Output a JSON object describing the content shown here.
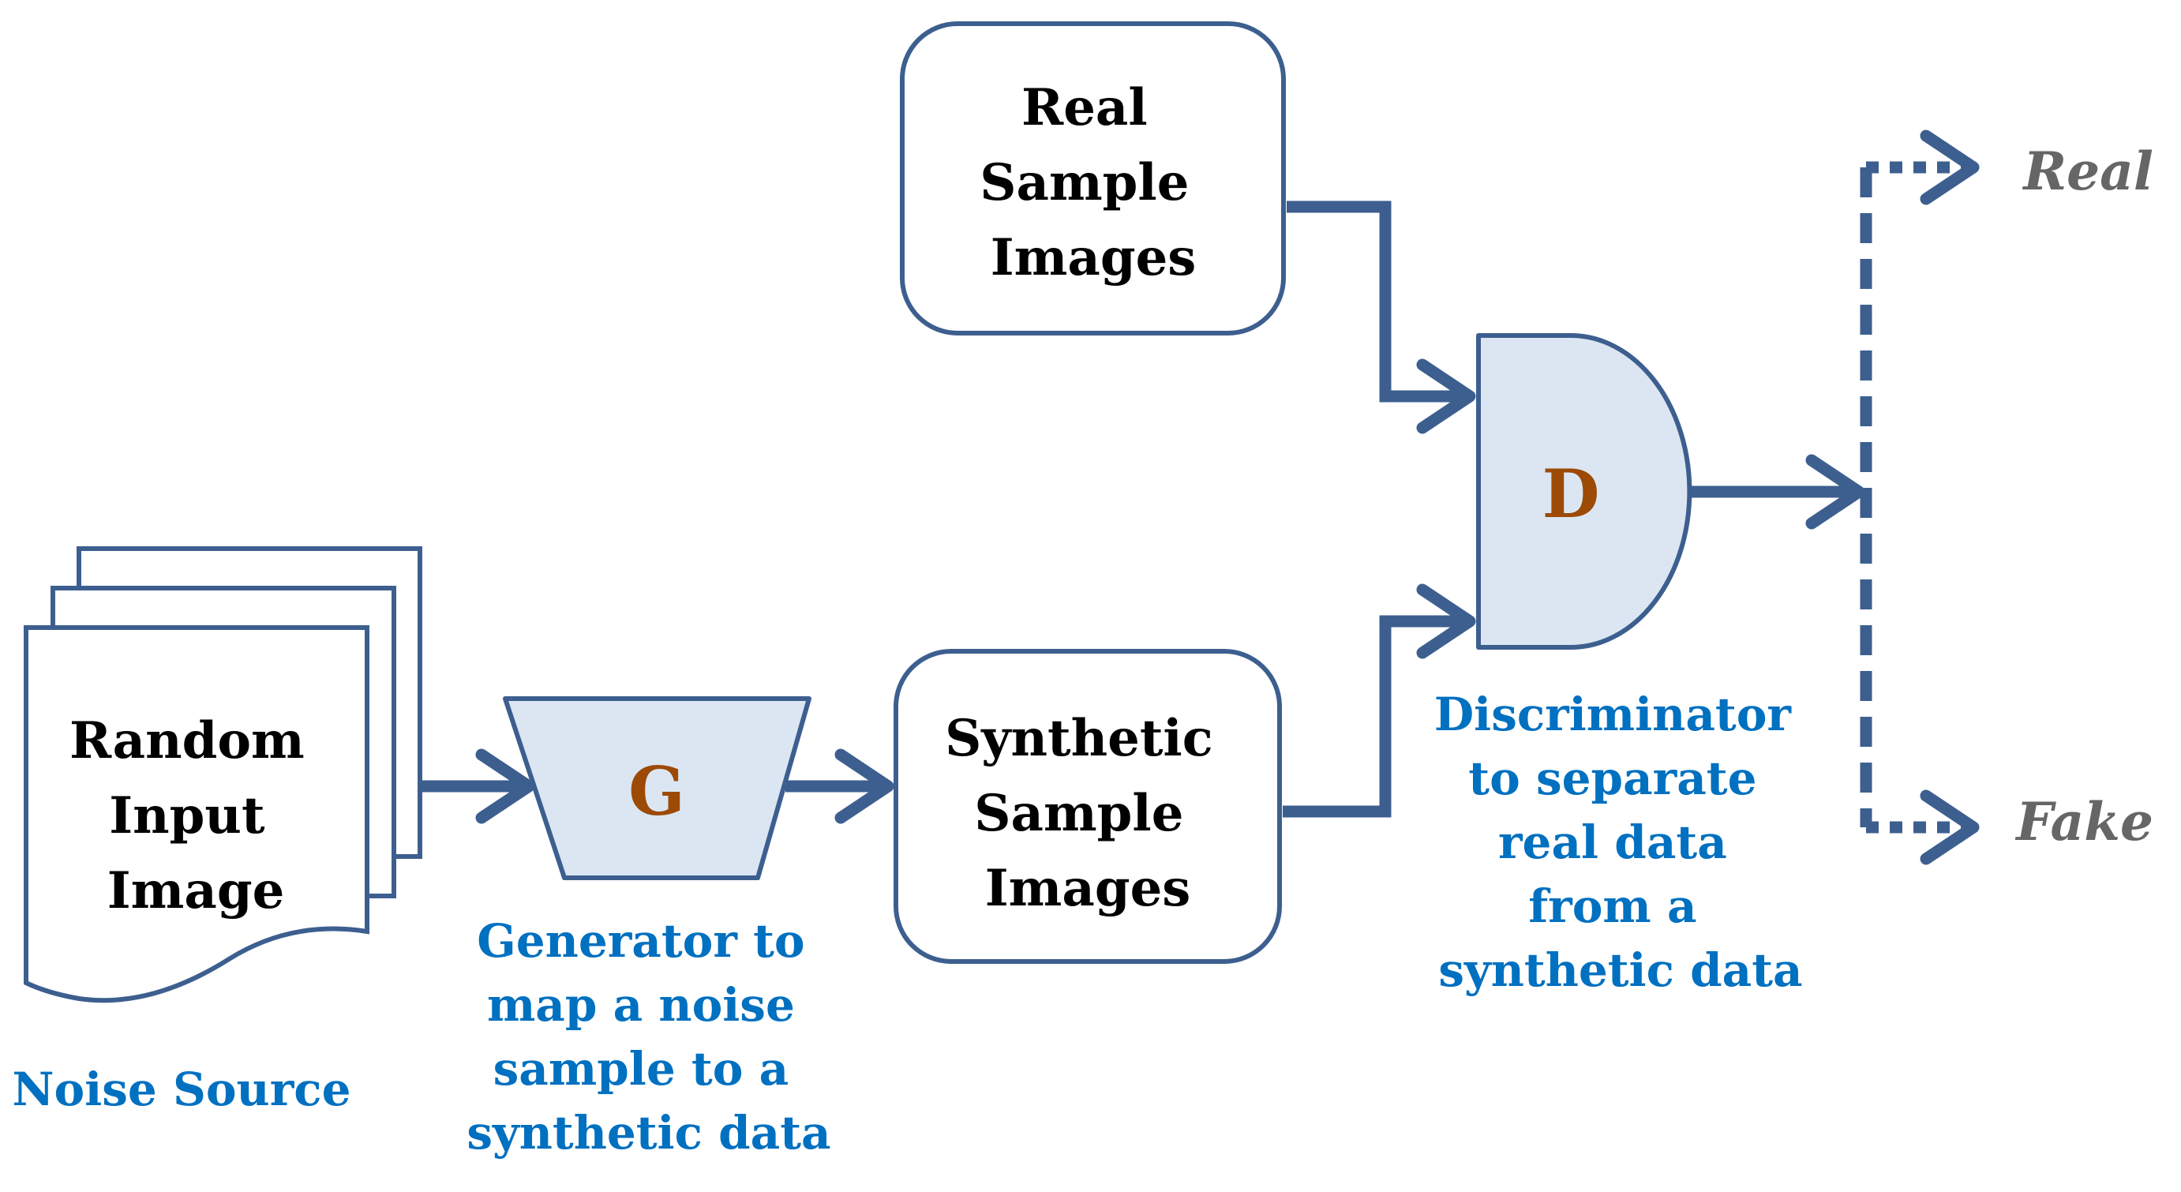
{
  "colors": {
    "stroke": "#3d5f8f",
    "fill": "#dce6f2",
    "caption": "#0070c0",
    "letter": "#9c4a06",
    "output": "#666666"
  },
  "noise_source": {
    "label_lines": [
      "Random",
      "Input",
      "Image"
    ],
    "caption": "Noise Source"
  },
  "generator": {
    "letter": "G",
    "caption_lines": [
      "Generator to",
      "map a noise",
      "sample to a",
      "synthetic data"
    ]
  },
  "real_samples": {
    "label_lines": [
      "Real",
      "Sample",
      "Images"
    ]
  },
  "synthetic_samples": {
    "label_lines": [
      "Synthetic",
      "Sample",
      "Images"
    ]
  },
  "discriminator": {
    "letter": "D",
    "caption_lines": [
      "Discriminator",
      "to separate",
      "real data",
      "from a",
      "synthetic data"
    ]
  },
  "outputs": {
    "real": "Real",
    "fake": "Fake"
  }
}
